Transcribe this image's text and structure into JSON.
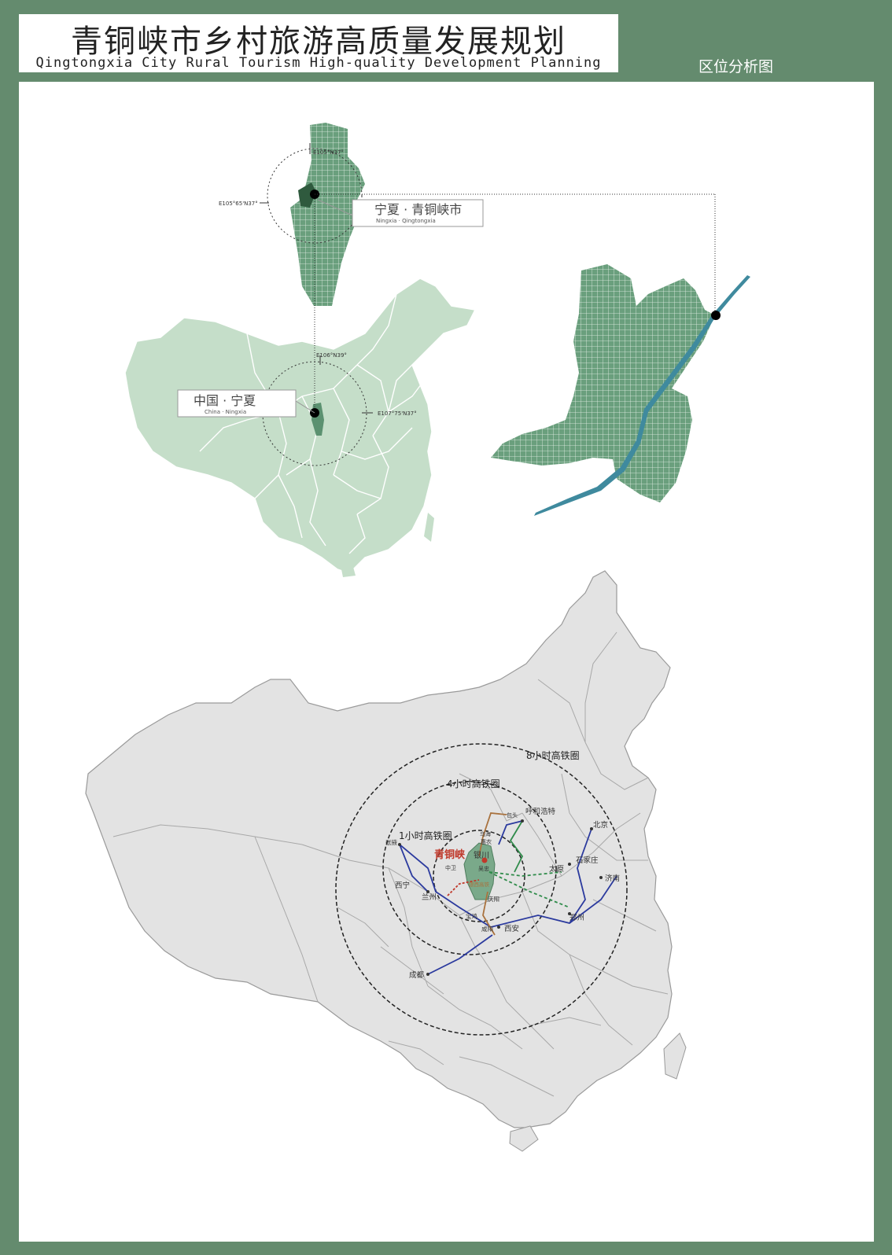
{
  "header": {
    "title_cn": "青铜峡市乡村旅游高质量发展规划",
    "title_en": "Qingtongxia City Rural Tourism High-quality Development Planning",
    "section": "区位分析图"
  },
  "location_map": {
    "ningxia_label_cn": "宁夏 · 青铜峡市",
    "ningxia_label_en": "Ningxia · Qingtongxia",
    "china_label_cn": "中国 · 宁夏",
    "china_label_en": "China · Ningxia",
    "coord_1": "E105°N37°",
    "coord_2": "E105°65'N37°",
    "coord_3": "E106°N39°",
    "coord_4": "E107°75'N37°"
  },
  "rail_map": {
    "ring_1": "1小时高铁圈",
    "ring_4": "4小时高铁圈",
    "ring_8": "8小时高铁圈",
    "center": "青铜峡",
    "cities": {
      "yinchuan": "银川",
      "huhehaote": "呼和浩特",
      "beijing": "北京",
      "shijiazhuang": "石家庄",
      "taiyuan": "太原",
      "jinan": "济南",
      "zhengzhou": "郑州",
      "xian": "西安",
      "xianyang": "咸阳",
      "baoji": "宝鸡",
      "qingyang": "庆阳",
      "lanzhou": "兰州",
      "xining": "西宁",
      "zhangye": "张掖",
      "chengdu": "成都",
      "wuhai": "乌海",
      "baotou": "包头",
      "shizuishan": "惠农",
      "wuzhong": "吴忠",
      "zhongwei": "中卫"
    },
    "route_note": "银西高铁"
  },
  "colors": {
    "frame": "#648b6e",
    "map_light": "#c5dec9",
    "map_dark": "#5b9170",
    "map_gray": "#e3e3e3",
    "river": "#3f8a9e",
    "route_blue": "#2b3a9e",
    "route_green": "#2f8b4a",
    "route_brown": "#a9723e",
    "route_red": "#c0392b"
  }
}
